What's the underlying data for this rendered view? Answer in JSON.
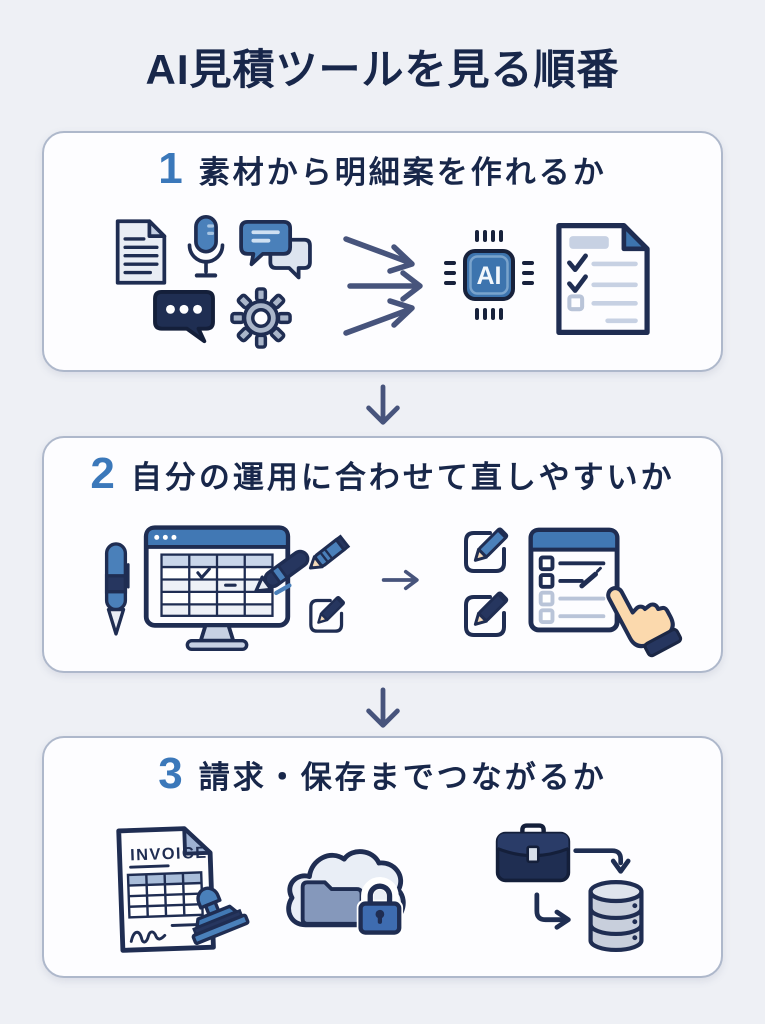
{
  "page": {
    "title": "AI見積ツールを見る順番",
    "background_color": "#eef0f5",
    "text_color": "#18274a",
    "accent_color": "#3b78ba",
    "card_border_color": "#aeb8cb"
  },
  "cards": [
    {
      "number": "1",
      "title": "素材から明細案を作れるか",
      "ai_chip_label": "AI",
      "icons": [
        "document-icon",
        "microphone-icon",
        "chat-bubbles-icon",
        "typing-bubble-icon",
        "gear-icon",
        "converging-arrows-icon",
        "ai-chip-icon",
        "checklist-document-icon"
      ]
    },
    {
      "number": "2",
      "title": "自分の運用に合わせて直しやすいか",
      "icons": [
        "pen-icon",
        "spreadsheet-monitor-icon",
        "stylus-icon",
        "pencil-icon",
        "edit-box-icon",
        "arrow-right-icon",
        "edit-box-blue-icon",
        "edit-box-navy-icon",
        "checklist-form-icon",
        "hand-cursor-icon"
      ]
    },
    {
      "number": "3",
      "title": "請求・保存までつながるか",
      "invoice_label": "INVOICE",
      "icons": [
        "invoice-document-icon",
        "stamp-icon",
        "cloud-folder-lock-icon",
        "briefcase-icon",
        "flow-arrow-icons",
        "database-icon"
      ]
    }
  ],
  "connectors": [
    {
      "icon": "down-arrow-icon"
    },
    {
      "icon": "down-arrow-icon"
    }
  ]
}
